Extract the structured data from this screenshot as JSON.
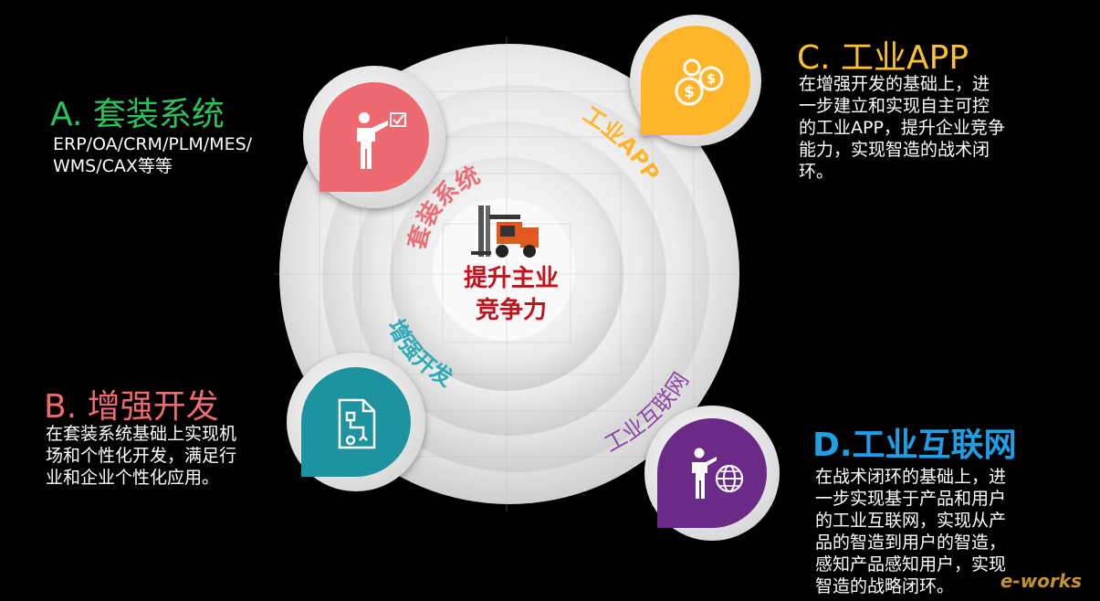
{
  "colors": {
    "a": "#2cc25d",
    "b": "#ee6b70",
    "c": "#ffc22e",
    "d": "#1e9fe6",
    "center_text": "#c0141c",
    "ring_label_a": "#e77078",
    "ring_label_b": "#2ea9b5",
    "ring_label_c": "#ffb52b",
    "ring_label_d": "#8c45a3"
  },
  "sections": {
    "a": {
      "title": "A. 套装系统",
      "lines": [
        "ERP/OA/CRM/PLM/MES/",
        "WMS/CAX等等"
      ]
    },
    "b": {
      "title": "B. 增强开发",
      "lines": [
        "在套装系统基础上实现机",
        "场和个性化开发，满足行",
        "业和企业个性化应用。"
      ]
    },
    "c": {
      "title": "C. 工业APP",
      "lines": [
        "在增强开发的基础上，进",
        "一步建立和实现自主可控",
        "的工业APP，提升企业竞争",
        "能力，实现智造的战术闭",
        "环。"
      ]
    },
    "d": {
      "title": "D.工业互联网",
      "lines": [
        "在战术闭环的基础上，进",
        "一步实现基于产品和用户",
        "的工业互联网，实现从产",
        "品的智造到用户的智造，",
        "感知产品感知用户，实现",
        "智造的战略闭环。"
      ]
    }
  },
  "center": {
    "line1": "提升主业",
    "line2": "竞争力"
  },
  "ring_labels": {
    "a": "套装系统",
    "b": "增强开发",
    "c": "工业APP",
    "d": "工业互联网"
  },
  "icons": {
    "a": "presenter-checklist-icon",
    "b": "workflow-document-icon",
    "c": "dollar-coins-icon",
    "d": "presenter-globe-icon",
    "center": "forklift-icon"
  },
  "watermark": "e-works"
}
